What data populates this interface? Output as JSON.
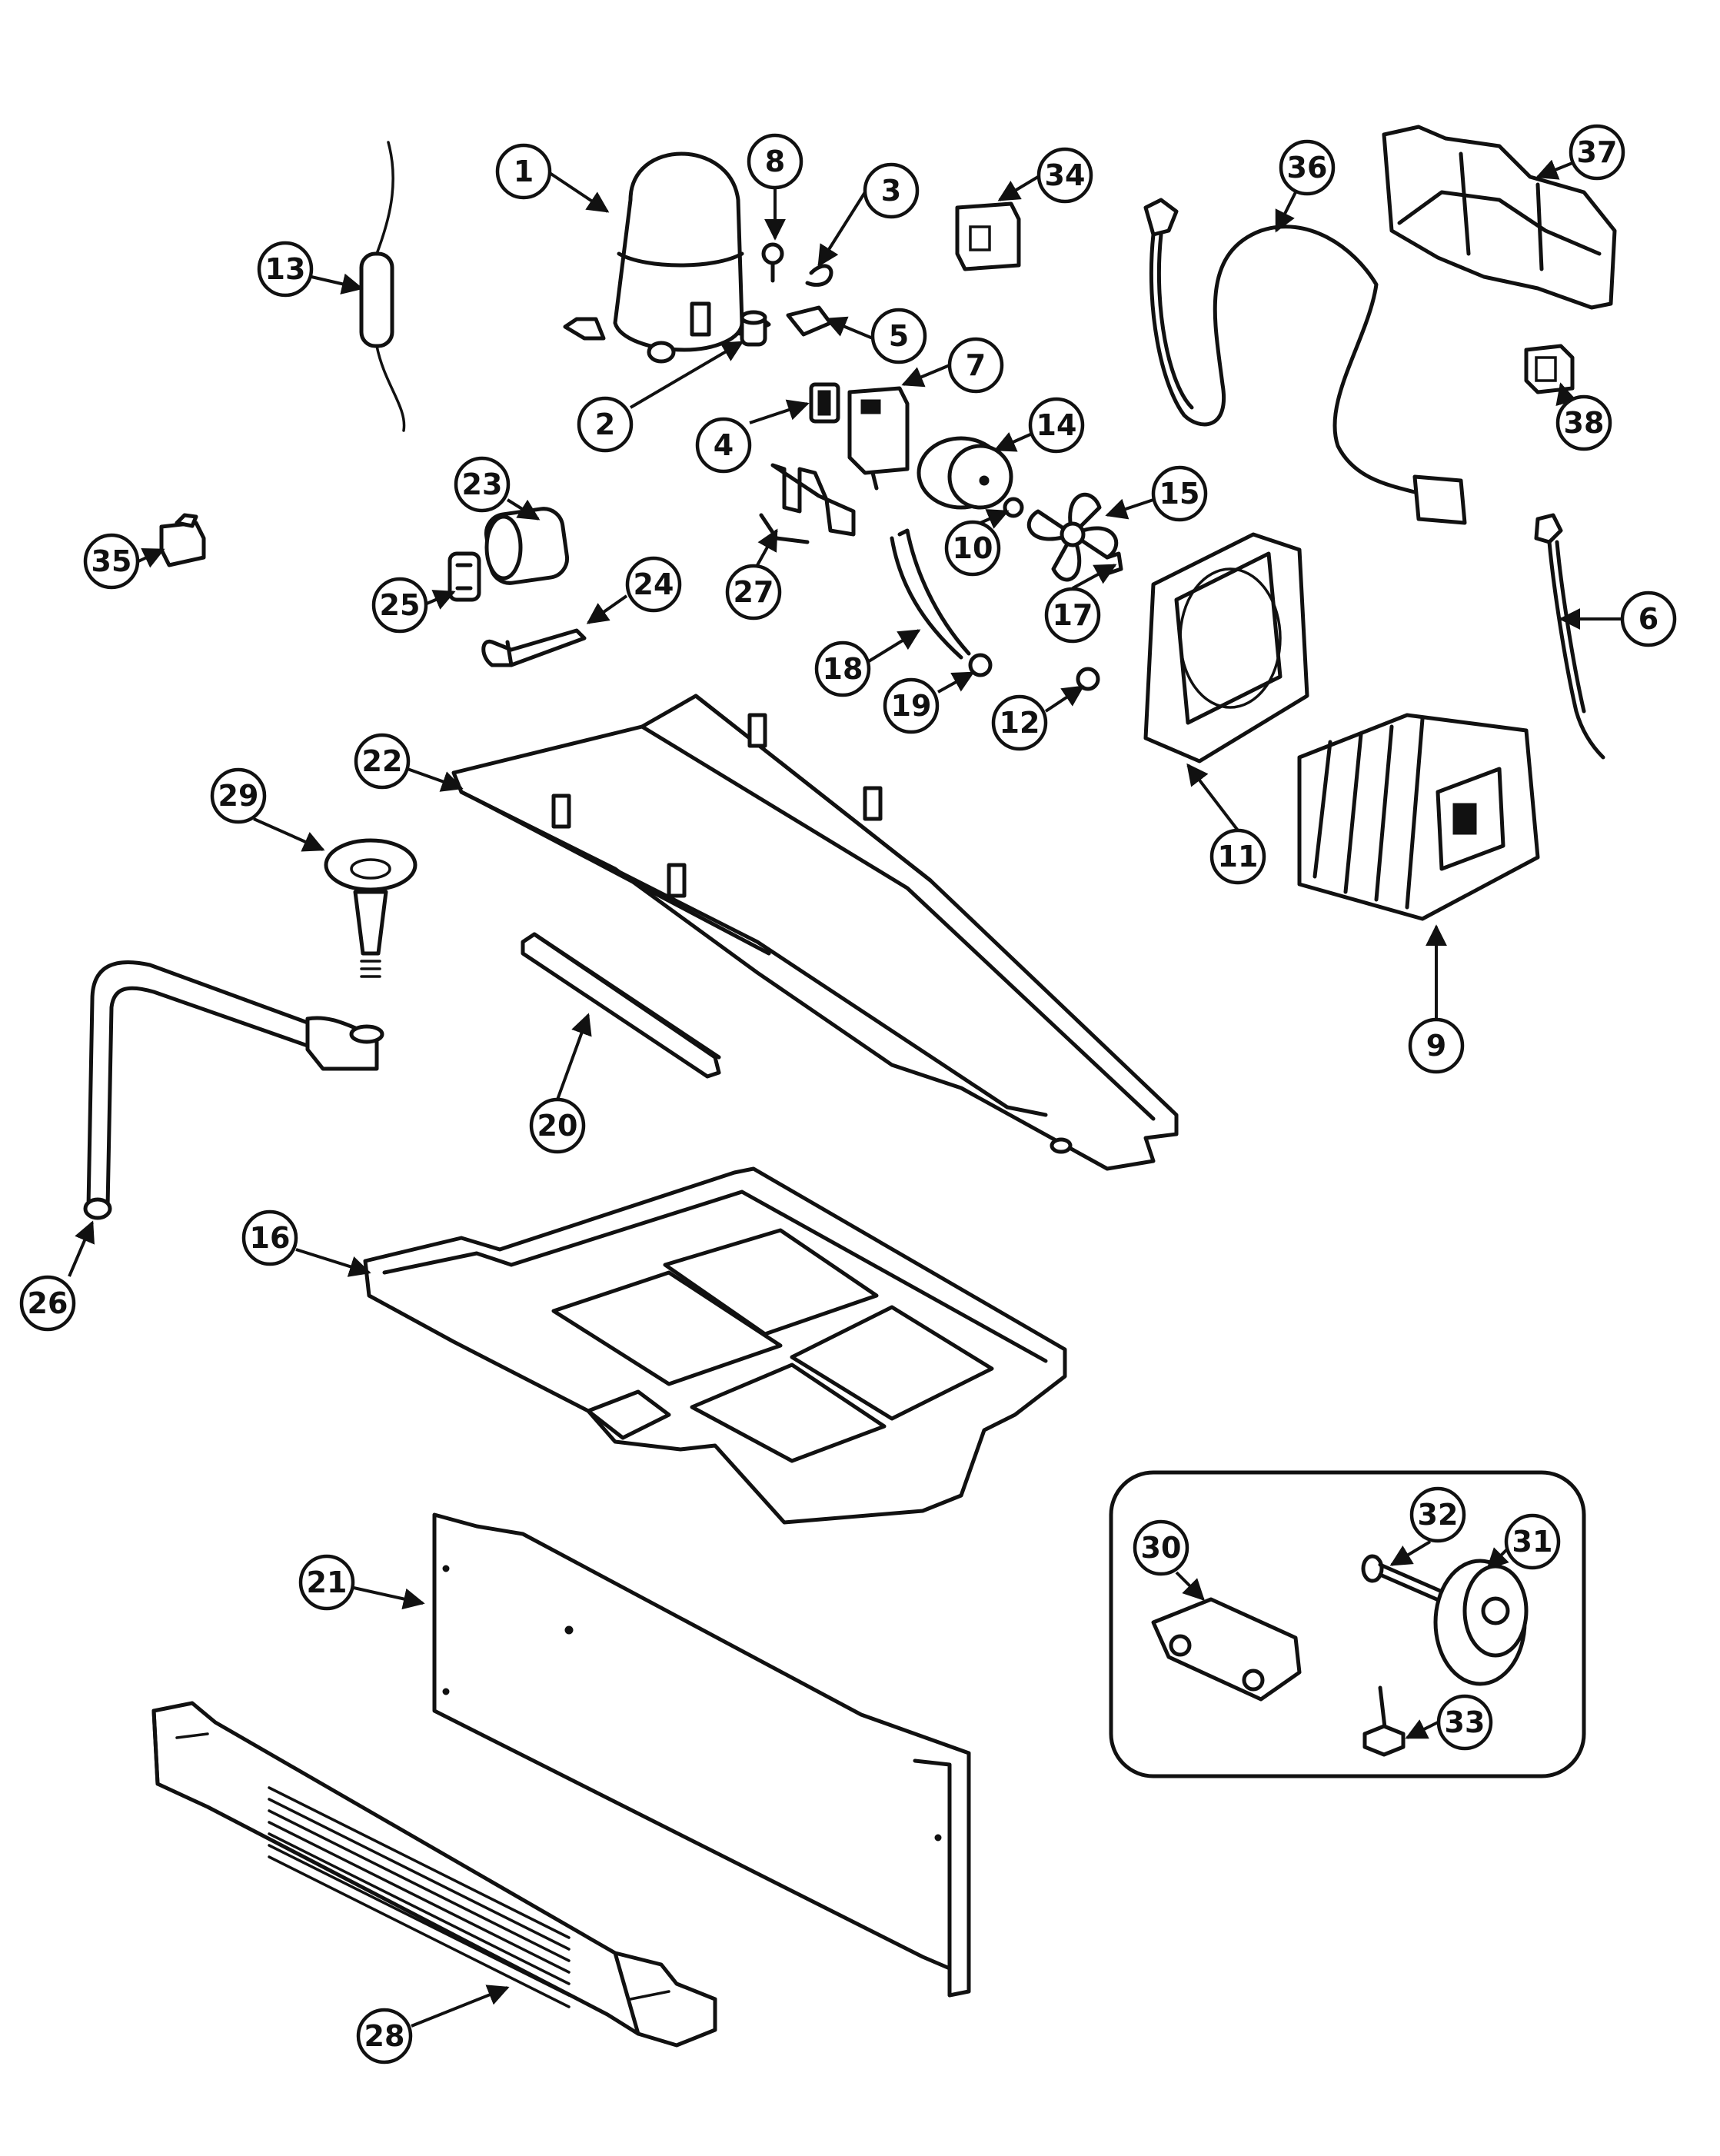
{
  "callouts": [
    {
      "label": "1"
    },
    {
      "label": "2"
    },
    {
      "label": "3"
    },
    {
      "label": "4"
    },
    {
      "label": "5"
    },
    {
      "label": "6"
    },
    {
      "label": "7"
    },
    {
      "label": "8"
    },
    {
      "label": "9"
    },
    {
      "label": "10"
    },
    {
      "label": "11"
    },
    {
      "label": "12"
    },
    {
      "label": "13"
    },
    {
      "label": "14"
    },
    {
      "label": "15"
    },
    {
      "label": "16"
    },
    {
      "label": "17"
    },
    {
      "label": "18"
    },
    {
      "label": "19"
    },
    {
      "label": "20"
    },
    {
      "label": "21"
    },
    {
      "label": "22"
    },
    {
      "label": "23"
    },
    {
      "label": "24"
    },
    {
      "label": "25"
    },
    {
      "label": "26"
    },
    {
      "label": "27"
    },
    {
      "label": "28"
    },
    {
      "label": "29"
    },
    {
      "label": "30"
    },
    {
      "label": "31"
    },
    {
      "label": "32"
    },
    {
      "label": "33"
    },
    {
      "label": "34"
    },
    {
      "label": "35"
    },
    {
      "label": "36"
    },
    {
      "label": "37"
    },
    {
      "label": "38"
    }
  ]
}
